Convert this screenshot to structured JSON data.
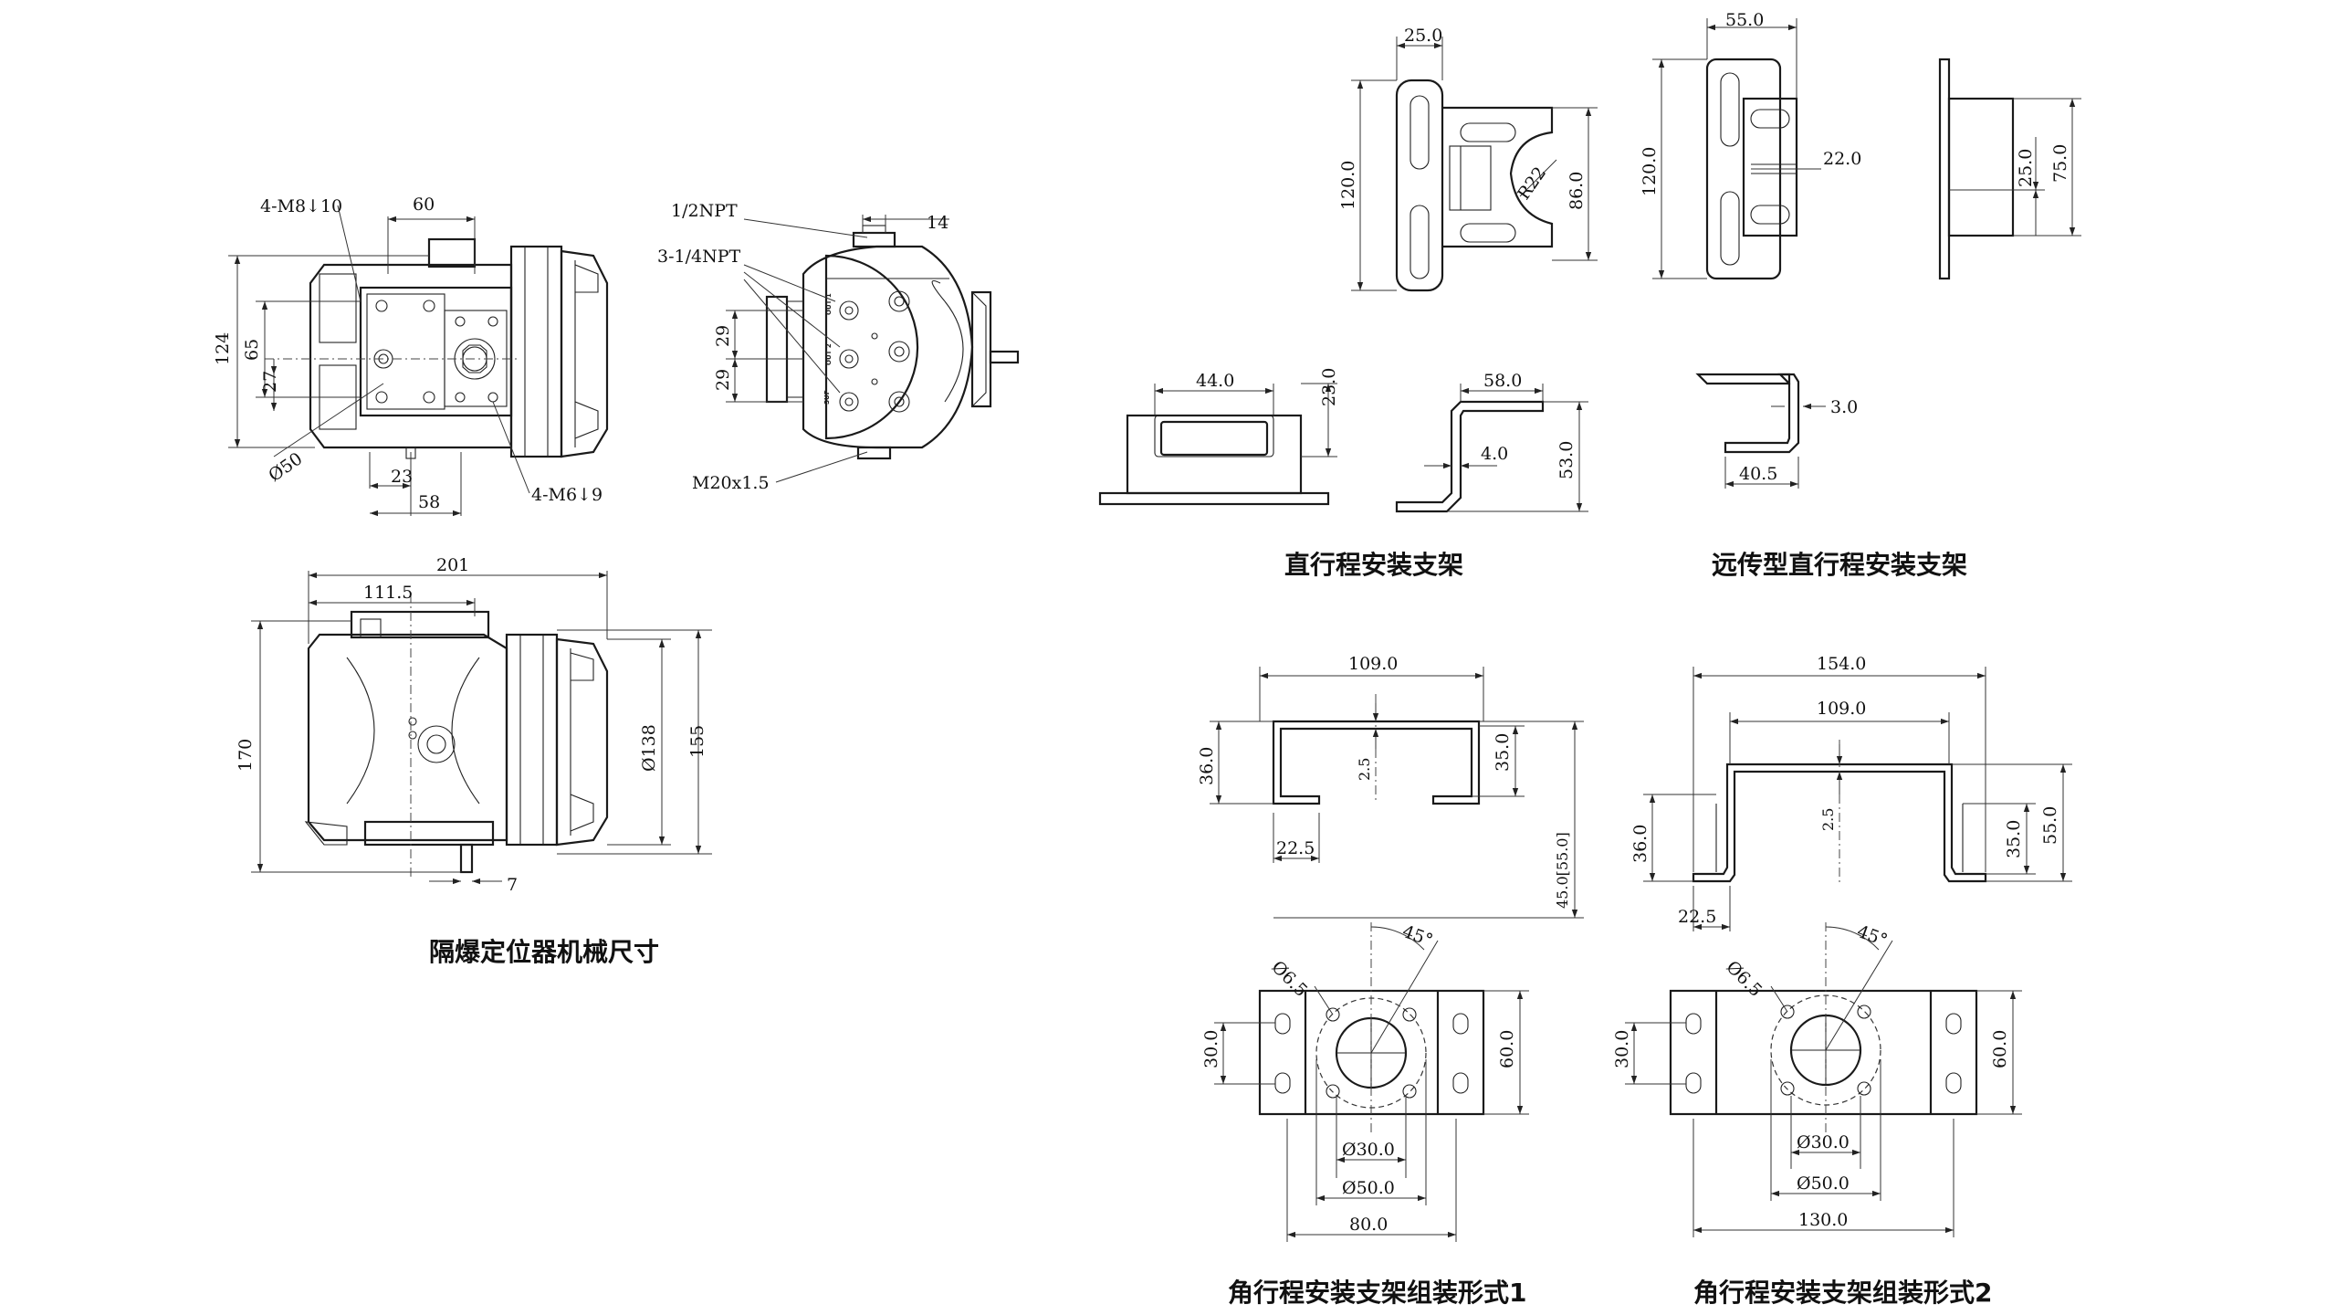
{
  "captions": {
    "positioner": "隔爆定位器机械尺寸",
    "linear_bracket": "直行程安装支架",
    "remote_linear_bracket": "远传型直行程安装支架",
    "angular_form1": "角行程安装支架组装形式1",
    "angular_form2": "角行程安装支架组装形式2"
  },
  "positioner_front": {
    "thread_top": "4-M8↓10",
    "width_60": "60",
    "h_124": "124",
    "h_65": "65",
    "h_27": "27",
    "dia_50": "Ø50",
    "w_23": "23",
    "w_58": "58",
    "thread_bottom": "4-M6↓9"
  },
  "positioner_side": {
    "npt_half": "1/2NPT",
    "npt_3x": "3-1/4NPT",
    "w_14": "14",
    "h_29a": "29",
    "h_29b": "29",
    "m20": "M20x1.5",
    "port_labels": [
      "SUP",
      "OUT 2",
      "OUT 1"
    ]
  },
  "positioner_bottom": {
    "w_201": "201",
    "w_111_5": "111.5",
    "h_170": "170",
    "dia_138": "Ø138",
    "h_155": "155",
    "w_7": "7"
  },
  "linear_bracket": {
    "w_25": "25.0",
    "h_120": "120.0",
    "r_22": "R22",
    "h_86": "86.0",
    "w_44": "44.0",
    "h_23": "23.0",
    "w_58": "58.0",
    "t_4": "4.0",
    "h_53": "53.0"
  },
  "remote_bracket": {
    "w_55": "55.0",
    "h_120": "120.0",
    "w_22": "22.0",
    "h_25": "25.0",
    "h_75": "75.0",
    "t_3": "3.0",
    "w_40_5": "40.5"
  },
  "angular1": {
    "w_109": "109.0",
    "h_36": "36.0",
    "t_2_5": "2.5",
    "h_35": "35.0",
    "w_22_5": "22.5",
    "h_45": "45.0[55.0]",
    "dia_6_5": "Ø6.5",
    "ang_45": "45°",
    "h_30": "30.0",
    "h_60": "60.0",
    "dia_30": "Ø30.0",
    "dia_50": "Ø50.0",
    "w_80": "80.0"
  },
  "angular2": {
    "w_154": "154.0",
    "w_109": "109.0",
    "t_2_5": "2.5",
    "h_36": "36.0",
    "h_35": "35.0",
    "h_55": "55.0",
    "w_22_5": "22.5",
    "dia_6_5": "Ø6.5",
    "ang_45": "45°",
    "h_30": "30.0",
    "h_60": "60.0",
    "dia_30": "Ø30.0",
    "dia_50": "Ø50.0",
    "w_130": "130.0"
  }
}
